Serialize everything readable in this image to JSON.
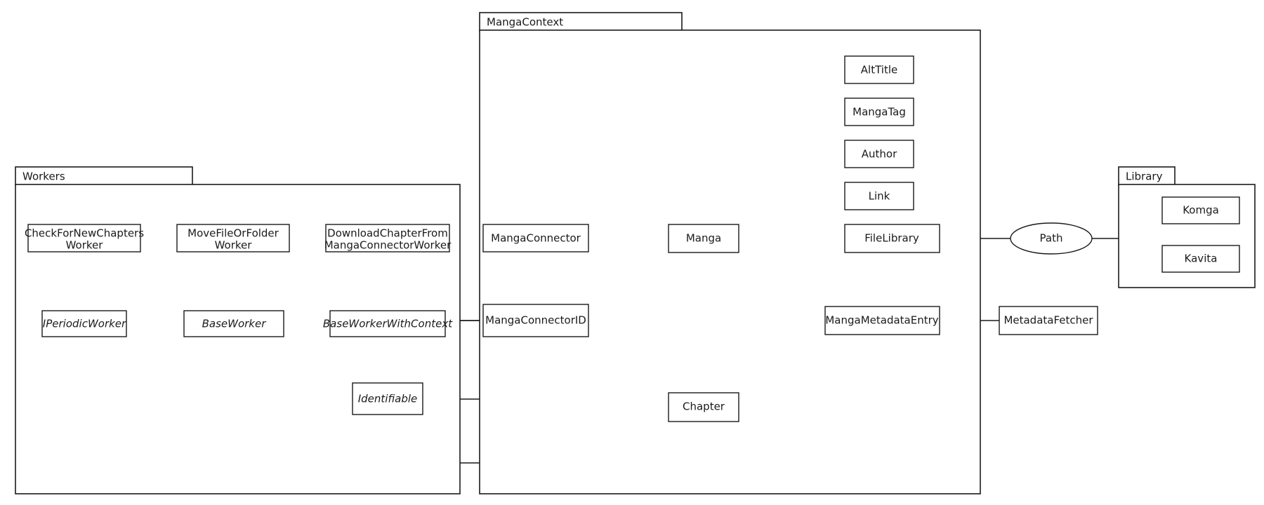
{
  "diagram": {
    "type": "uml-class-diagram",
    "background": "#ffffff",
    "line_color": "#1a1a1a",
    "packages": [
      {
        "id": "workers",
        "label": "Workers"
      },
      {
        "id": "mangacontext",
        "label": "MangaContext"
      },
      {
        "id": "library",
        "label": "Library"
      }
    ],
    "nodes": {
      "check_for_new_chapters_worker": {
        "line1": "CheckForNewChapters",
        "line2": "Worker"
      },
      "move_file_or_folder_worker": {
        "line1": "MoveFileOrFolder",
        "line2": "Worker"
      },
      "download_chapter_from_manga_connector_worker": {
        "line1": "DownloadChapterFrom",
        "line2": "MangaConnectorWorker"
      },
      "iperiodicworker": {
        "label": "IPeriodicWorker"
      },
      "baseworker": {
        "label": "BaseWorker"
      },
      "baseworkerwithcontext": {
        "label": "BaseWorkerWithContext"
      },
      "identifiable": {
        "label": "Identifiable"
      },
      "mangaconnector": {
        "label": "MangaConnector"
      },
      "mangaconnectorid": {
        "label": "MangaConnectorID"
      },
      "manga": {
        "label": "Manga"
      },
      "chapter": {
        "label": "Chapter"
      },
      "alttitle": {
        "label": "AltTitle"
      },
      "mangatag": {
        "label": "MangaTag"
      },
      "author": {
        "label": "Author"
      },
      "link": {
        "label": "Link"
      },
      "filelibrary": {
        "label": "FileLibrary"
      },
      "mangametadataentry": {
        "label": "MangaMetadataEntry"
      },
      "metadatafetcher": {
        "label": "MetadataFetcher"
      },
      "path": {
        "label": "Path"
      },
      "komga": {
        "label": "Komga"
      },
      "kavita": {
        "label": "Kavita"
      }
    }
  }
}
